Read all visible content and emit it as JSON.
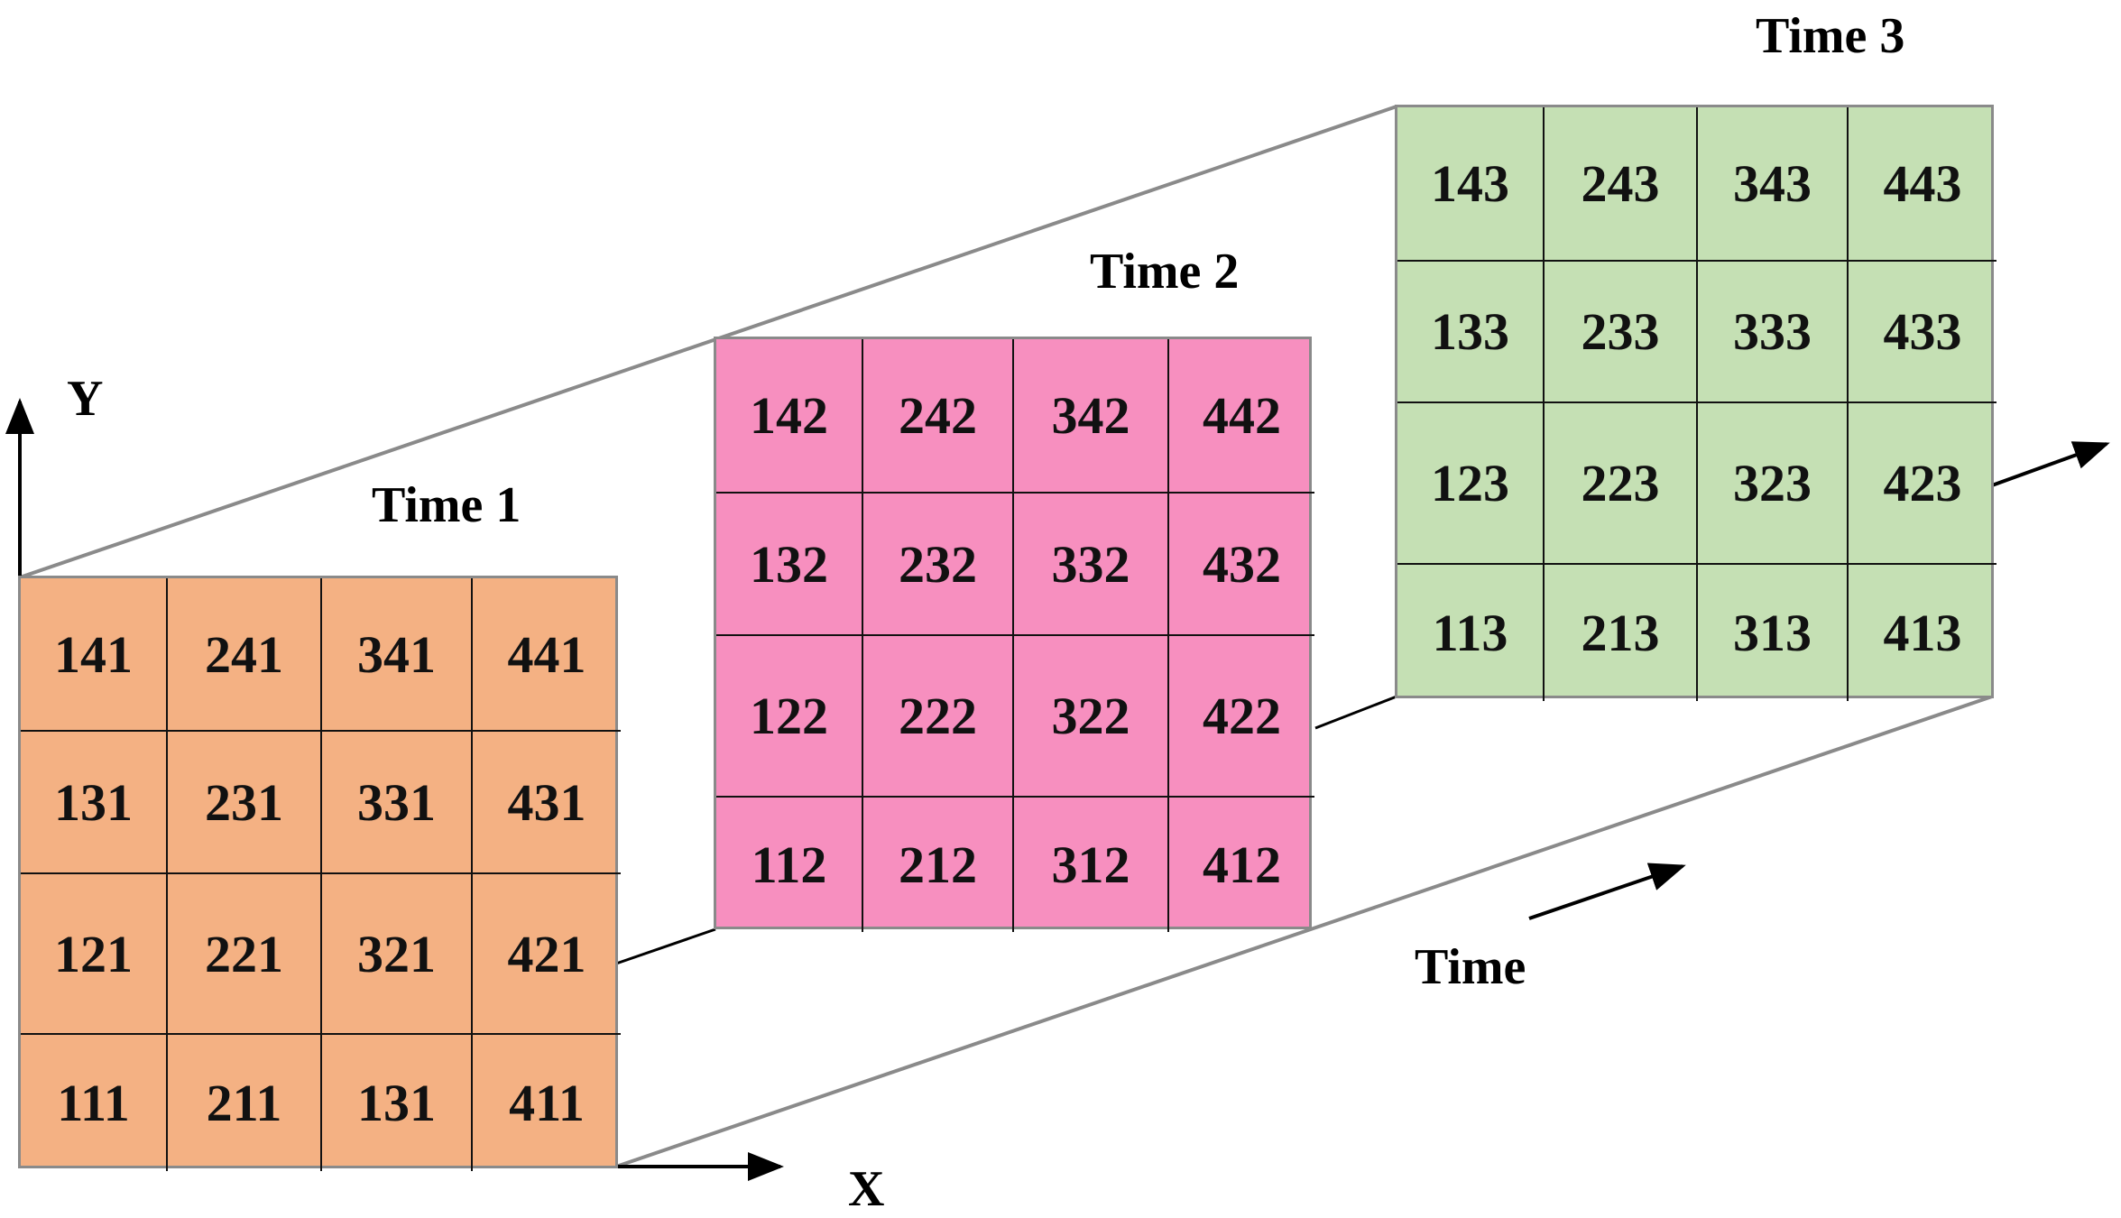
{
  "axes": {
    "y_label": "Y",
    "x_label": "X",
    "time_label": "Time"
  },
  "frames": [
    {
      "title": "Time 1",
      "color": "#f4b183",
      "rows": [
        [
          "141",
          "241",
          "341",
          "441"
        ],
        [
          "131",
          "231",
          "331",
          "431"
        ],
        [
          "121",
          "221",
          "321",
          "421"
        ],
        [
          "111",
          "211",
          "131",
          "411"
        ]
      ]
    },
    {
      "title": "Time 2",
      "color": "#f78fbf",
      "rows": [
        [
          "142",
          "242",
          "342",
          "442"
        ],
        [
          "132",
          "232",
          "332",
          "432"
        ],
        [
          "122",
          "222",
          "322",
          "422"
        ],
        [
          "112",
          "212",
          "312",
          "412"
        ]
      ]
    },
    {
      "title": "Time 3",
      "color": "#c5e0b4",
      "rows": [
        [
          "143",
          "243",
          "343",
          "443"
        ],
        [
          "133",
          "233",
          "333",
          "433"
        ],
        [
          "123",
          "223",
          "323",
          "423"
        ],
        [
          "113",
          "213",
          "313",
          "413"
        ]
      ]
    }
  ]
}
